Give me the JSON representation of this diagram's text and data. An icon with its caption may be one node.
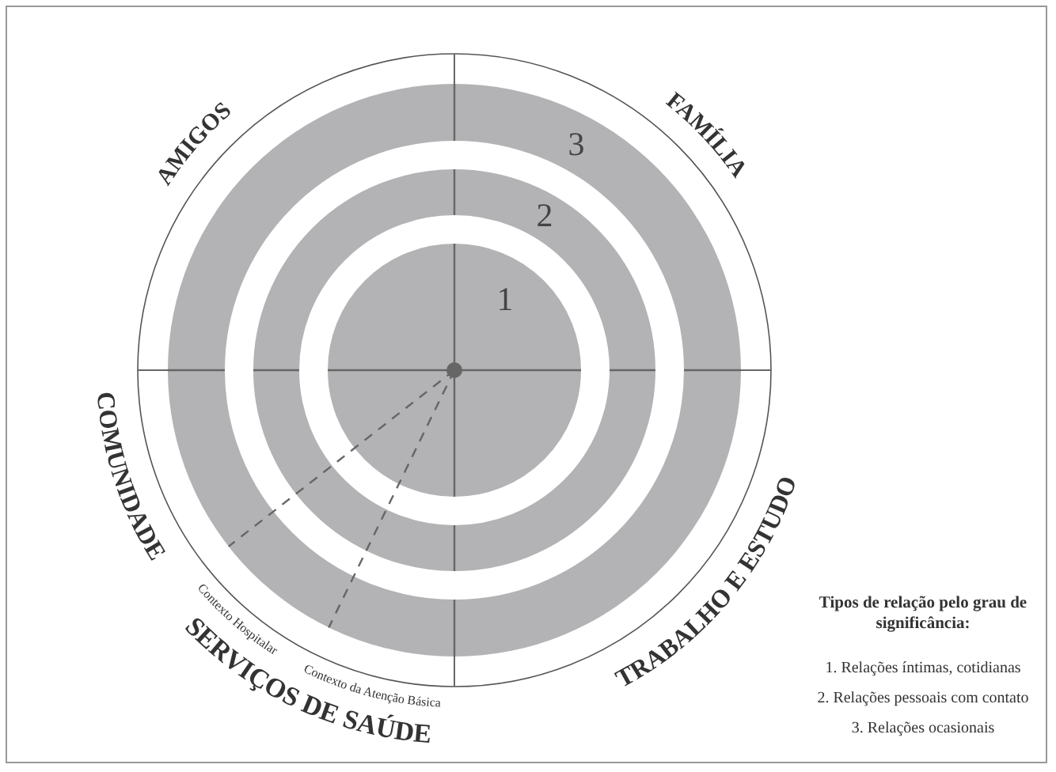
{
  "diagram": {
    "labels": [
      "AMIGOS",
      "FAMÍLIA",
      "3",
      "2",
      "1",
      "COMUNIDADE",
      "Contexto Hospitalar",
      "Contexto da Atenção Básica",
      "SERVIÇOS DE SAÚDE",
      "TRABALHO E ESTUDO",
      "Tipos de relação pelo grau de significância:",
      "1. Relações íntimas, cotidianas",
      "2. Relações pessoais com contato",
      "3. Relações ocasionais"
    ]
  }
}
